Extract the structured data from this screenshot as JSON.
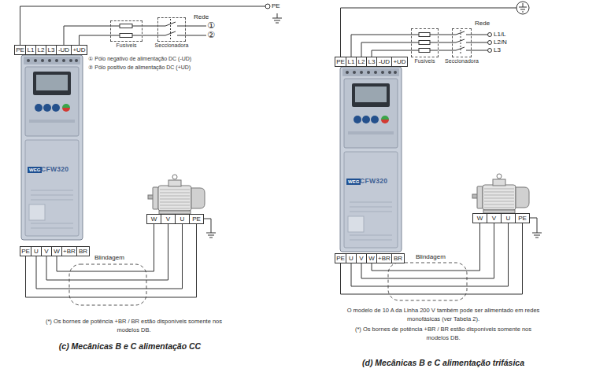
{
  "diagram": {
    "nodes": [
      {
        "text": [
          "PE"
        ]
      },
      {
        "text": [
          "L1"
        ]
      },
      {
        "text": [
          "L2"
        ]
      },
      {
        "text": [
          "L3"
        ]
      },
      {
        "text": [
          "-UD"
        ]
      },
      {
        "text": [
          "+UD"
        ]
      },
      {
        "text": [
          "PE"
        ]
      },
      {
        "text": [
          "U"
        ]
      },
      {
        "text": [
          "V"
        ]
      },
      {
        "text": [
          "W"
        ]
      },
      {
        "text": [
          "+BR"
        ]
      },
      {
        "text": [
          "BR"
        ]
      },
      {
        "text": [
          "W"
        ]
      },
      {
        "text": [
          "V"
        ]
      },
      {
        "text": [
          "U"
        ]
      },
      {
        "text": [
          "PE"
        ]
      },
      {
        "text": [
          "Fusíveis"
        ]
      },
      {
        "text": [
          "Seccionadora"
        ]
      },
      {
        "text": [
          "PE"
        ]
      },
      {
        "text": [
          "L1"
        ]
      },
      {
        "text": [
          "L2"
        ]
      },
      {
        "text": [
          "L3"
        ]
      },
      {
        "text": [
          "-UD"
        ]
      },
      {
        "text": [
          "+UD"
        ]
      },
      {
        "text": [
          "PE"
        ]
      },
      {
        "text": [
          "U"
        ]
      },
      {
        "text": [
          "V"
        ]
      },
      {
        "text": [
          "W"
        ]
      },
      {
        "text": [
          "+BR"
        ]
      },
      {
        "text": [
          "BR"
        ]
      },
      {
        "text": [
          "W"
        ]
      },
      {
        "text": [
          "V"
        ]
      },
      {
        "text": [
          "U"
        ]
      },
      {
        "text": [
          "PE"
        ]
      },
      {
        "text": [
          "Fusíveis"
        ]
      },
      {
        "text": [
          "Seccionadora"
        ]
      }
    ],
    "edges": [
      {
        "from": 4,
        "to": 16,
        "arrow": "none"
      },
      {
        "from": 5,
        "to": 16,
        "arrow": "none"
      },
      {
        "from": 16,
        "to": 17,
        "arrow": "none"
      },
      {
        "from": 16,
        "to": 17,
        "arrow": "none"
      },
      {
        "from": 7,
        "to": 14,
        "arrow": "none"
      },
      {
        "from": 8,
        "to": 13,
        "arrow": "none"
      },
      {
        "from": 9,
        "to": 12,
        "arrow": "none"
      },
      {
        "from": 6,
        "to": 15,
        "arrow": "none"
      },
      {
        "from": 19,
        "to": 34,
        "arrow": "none"
      },
      {
        "from": 20,
        "to": 34,
        "arrow": "none"
      },
      {
        "from": 21,
        "to": 34,
        "arrow": "none"
      },
      {
        "from": 34,
        "to": 35,
        "arrow": "none"
      },
      {
        "from": 34,
        "to": 35,
        "arrow": "none"
      },
      {
        "from": 34,
        "to": 35,
        "arrow": "none"
      },
      {
        "from": 25,
        "to": 32,
        "arrow": "none"
      },
      {
        "from": 26,
        "to": 31,
        "arrow": "none"
      },
      {
        "from": 27,
        "to": 30,
        "arrow": "none"
      },
      {
        "from": 24,
        "to": 33,
        "arrow": "none"
      }
    ],
    "labels": [
      "PE",
      "Rede",
      "①",
      "②",
      "① Pólo negativo de alimentação DC (-UD)",
      "② Pólo positivo de alimentação DC (+UD)",
      "WEG",
      "CFW320",
      "Blindagem",
      "(*) Os bornes de potência +BR / BR estão disponíveis somente nos modelos DB.",
      "Rede",
      "L1/L",
      "L2/N",
      "L3",
      "WEG",
      "CFW320",
      "Blindagem",
      "O modelo de 10 A da Linha 200 V também pode ser alimentado em redes monofásicas (ver Tabela 2).",
      "(*) Os bornes de potência +BR / BR estão disponíveis somente nos modelos DB.",
      "(c) Mecânicas B e C alimentação CC",
      "(d) Mecânicas B e C alimentação trifásica"
    ]
  }
}
